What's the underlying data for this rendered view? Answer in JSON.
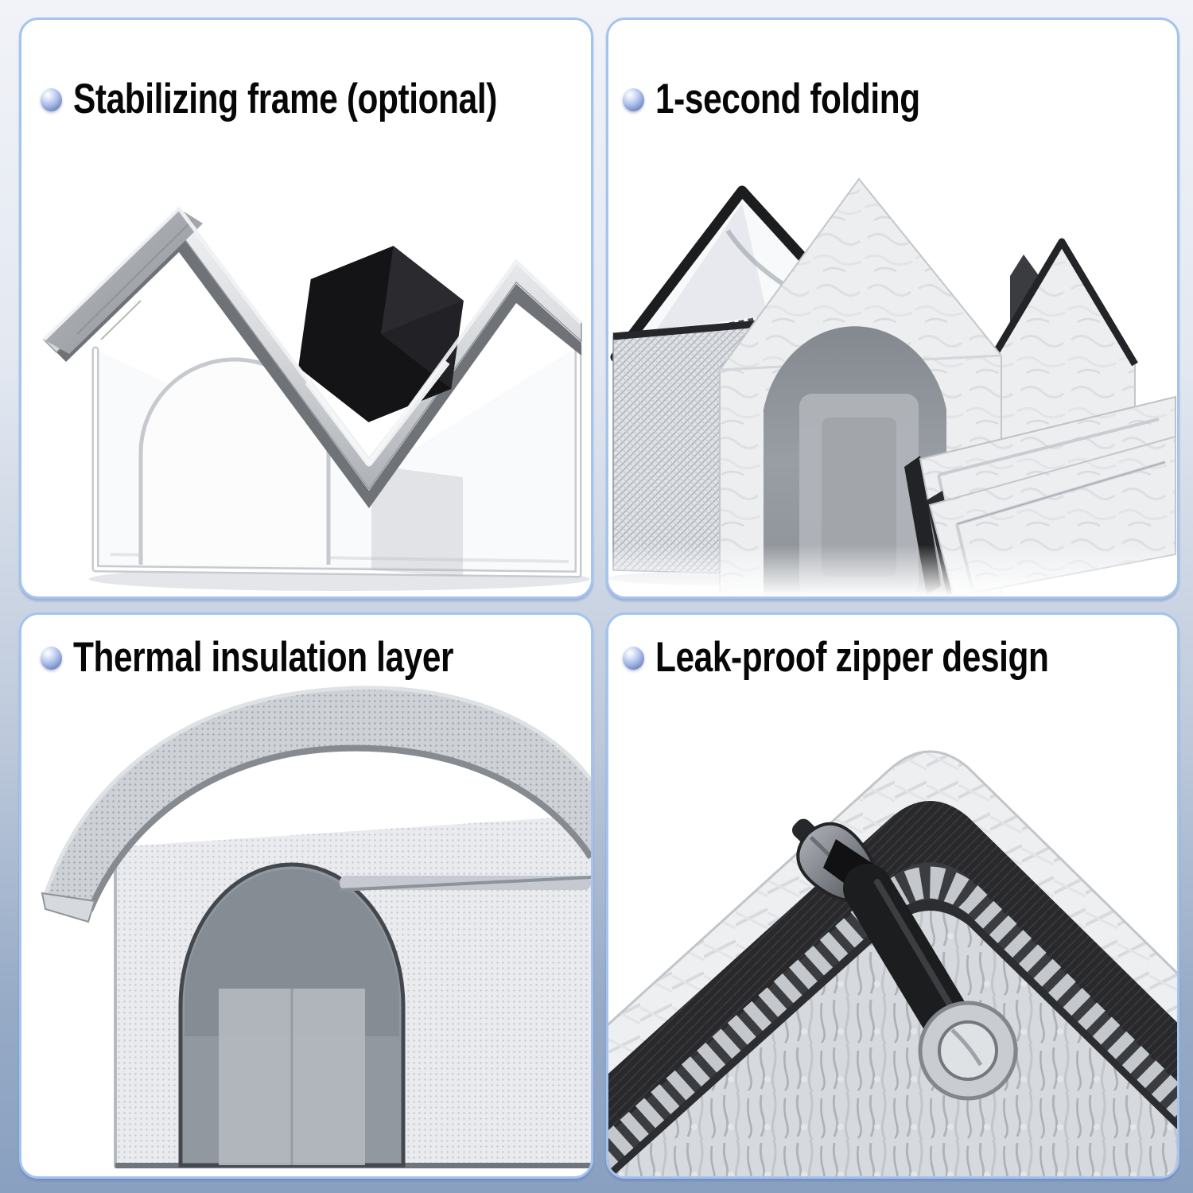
{
  "page": {
    "type": "product-feature-collage",
    "background_top_color": "#f1f3f8",
    "background_bottom_color": "#8aa0c0",
    "card_border_color": "#a3c4ee",
    "title_color": "#070707",
    "bullet_color": "#aabdea"
  },
  "panels": [
    {
      "id": "stabilizing-frame",
      "title": "Stabilizing frame (optional)",
      "image": "transparent wireframe pet house with metal double-gable roof and black hex knob"
    },
    {
      "id": "one-second-folding",
      "title": "1-second folding",
      "image": "disassembled folding pet house panels: woven base box, mesh triangle, arched front panel, flat mats"
    },
    {
      "id": "thermal-insulation",
      "title": "Thermal insulation layer",
      "image": "grey fabric pet house close-up with domed roof and arched mesh window"
    },
    {
      "id": "leak-proof-zipper",
      "title": "Leak-proof zipper design",
      "image": "corner close-up of black zipper with slider, pull strap and metal grommet over foil insulation"
    }
  ]
}
